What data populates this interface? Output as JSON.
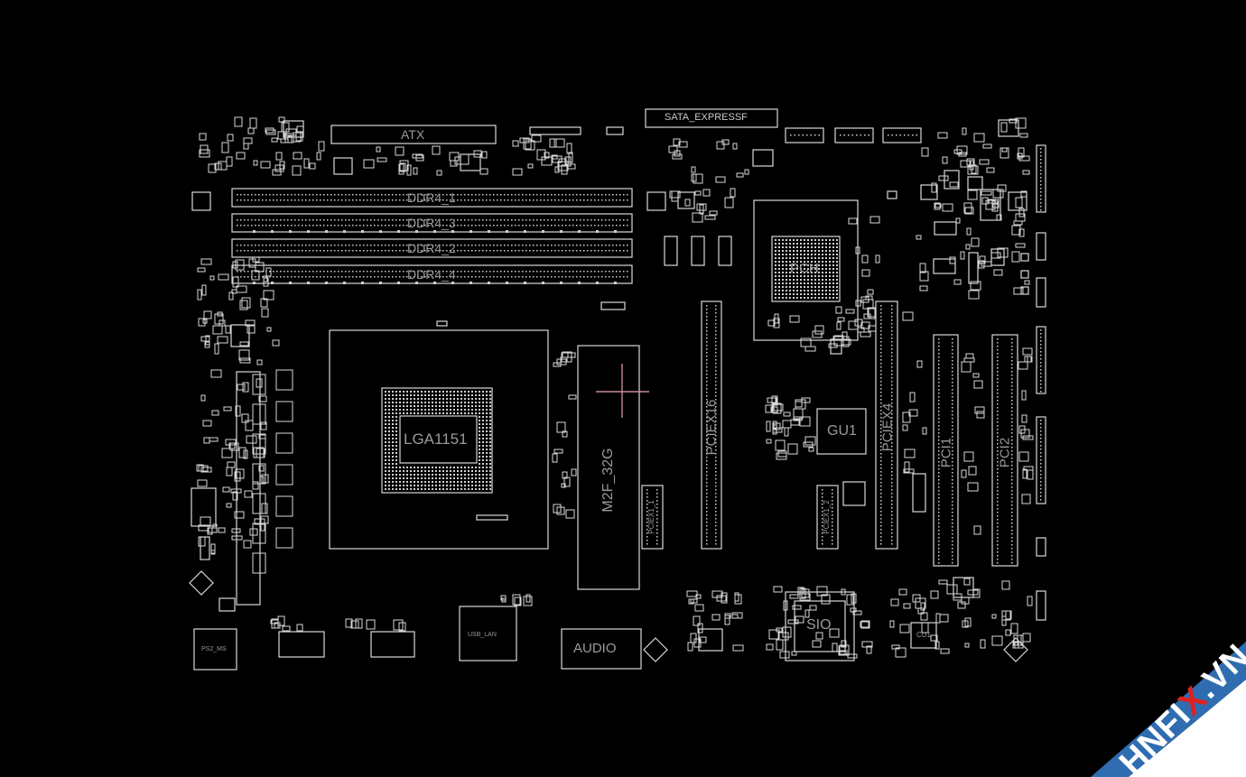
{
  "board": {
    "background": "#000000",
    "line_color": "#d8d8d8",
    "label_color": "#9a9a9a",
    "labels": {
      "atx": "ATX",
      "sata": "SATA_EXPRESSF",
      "ddr4_1": "DDR4_1",
      "ddr4_3": "DDR4_3",
      "ddr4_2": "DDR4_2",
      "ddr4_4": "DDR4_4",
      "cpu_socket": "LGA1151",
      "pch": "PCH",
      "m2": "M2F_32G",
      "pciex16": "PCIEX16",
      "pciex4": "PCIEX4",
      "pci1": "PCI1",
      "pci2": "PCI2",
      "gu1": "GU1",
      "sio": "SIO",
      "audio": "AUDIO",
      "cu1": "CU1",
      "pciex1_1": "PCIEX1_1",
      "pciex1_2": "PCIEX1_2",
      "usb_lan": "USB_LAN",
      "ps2_ms": "PS2_MS"
    }
  },
  "watermark": {
    "prefix": "HNFI",
    "accent": "X",
    "suffix": ".VN",
    "band_color": "#2f6db0",
    "accent_color": "#e02020"
  }
}
